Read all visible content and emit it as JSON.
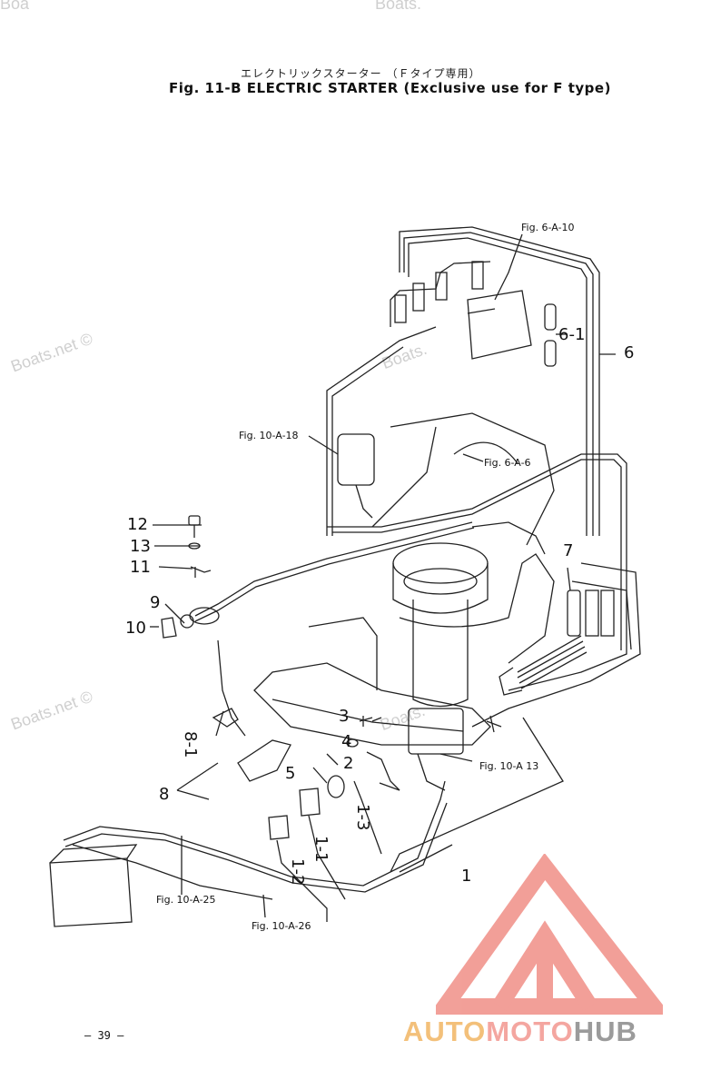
{
  "watermarks": {
    "top_left": "Boa",
    "top_mid": "Boats.",
    "left_1": "Boats.net ©",
    "left_2": "Boats.net ©",
    "center": "Boats.",
    "center_2": "Boats."
  },
  "header": {
    "title_jp": "エレクトリックスターター （Ｆタイプ専用）",
    "title": "Fig. 11-B  ELECTRIC STARTER (Exclusive use for F type)"
  },
  "refs": {
    "fig_6_a_10": "Fig. 6-A-10",
    "fig_10_a_18": "Fig. 10-A-18",
    "fig_6_a_6": "Fig. 6-A-6",
    "fig_10_a_13": "Fig. 10-A 13",
    "fig_10_a_25": "Fig. 10-A-25",
    "fig_10_a_26": "Fig. 10-A-26"
  },
  "part_numbers": {
    "p1": "1",
    "p2": "2",
    "p3": "3",
    "p4": "4",
    "p5": "5",
    "p6": "6",
    "p6_1": "6-1",
    "p7": "7",
    "p8": "8",
    "p8_1": "8-1",
    "p9": "9",
    "p10": "10",
    "p11": "11",
    "p12": "12",
    "p13": "13",
    "p1_1": "1-1",
    "p1_2": "1-2",
    "p1_3": "1-3"
  },
  "footer": {
    "page": "– 39 –"
  },
  "logo": {
    "part_a": "AUTO",
    "part_b": "MOTO",
    "part_c": "HUB",
    "colors": {
      "auto": "#f3c07a",
      "moto": "#f4a6a0",
      "hub": "#9b9b9b",
      "triangle": "#f08f87"
    }
  }
}
